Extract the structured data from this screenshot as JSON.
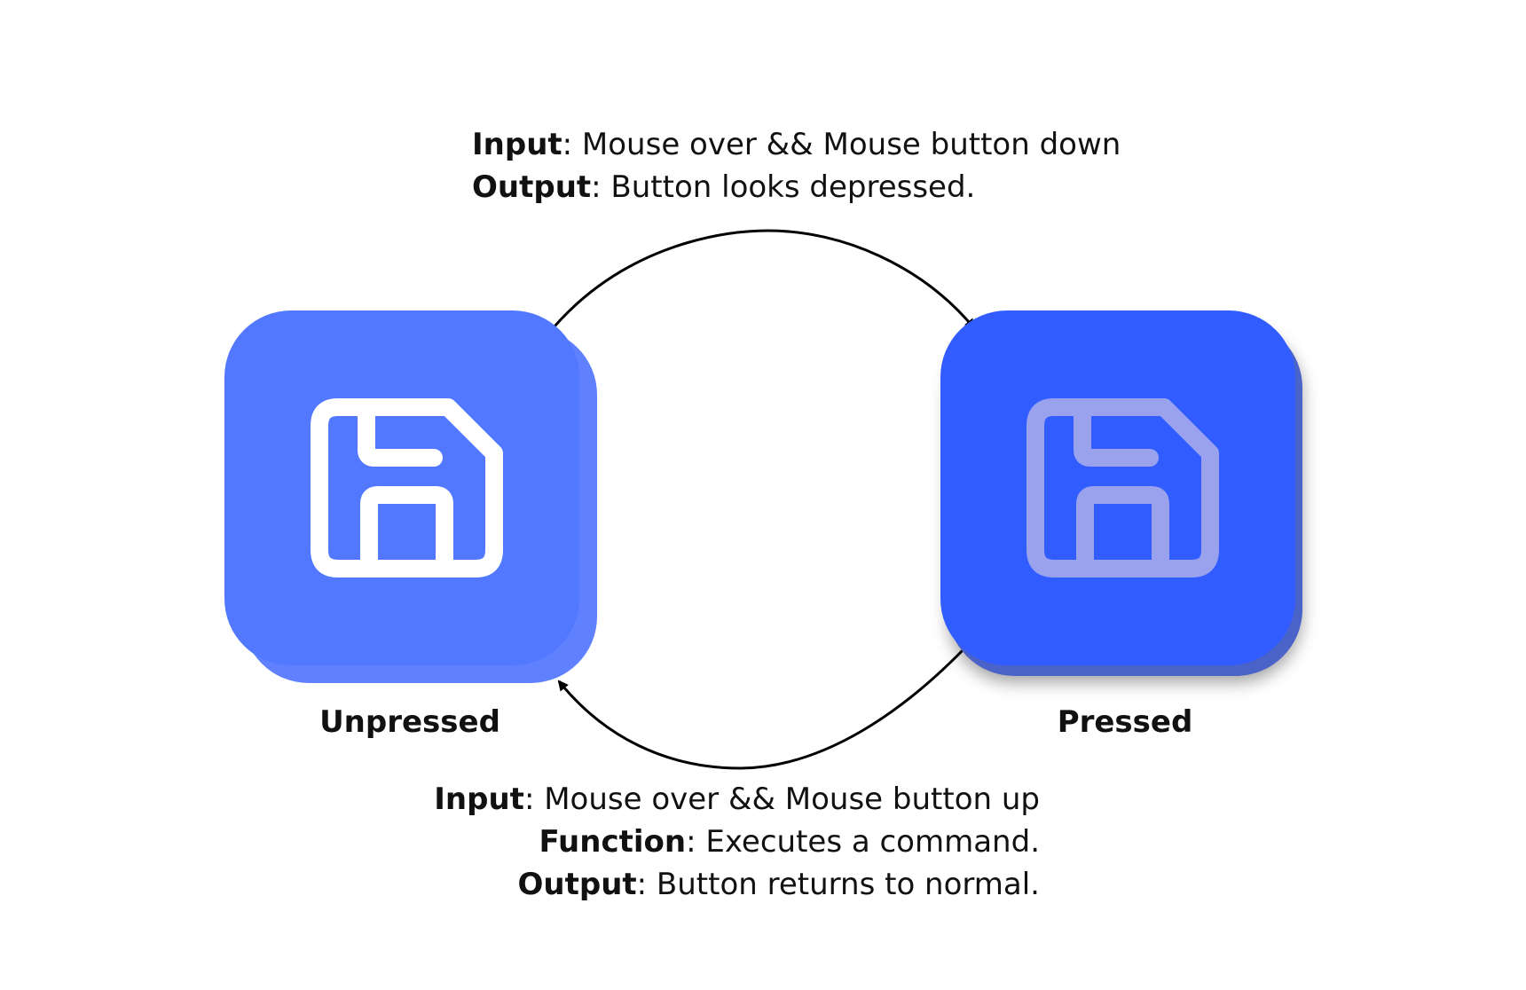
{
  "top_transition": {
    "input_key": "Input",
    "input_value": ": Mouse over && Mouse button down",
    "output_key": "Output",
    "output_value": ": Button looks depressed."
  },
  "bottom_transition": {
    "input_key": "Input",
    "input_value": ": Mouse over && Mouse button up",
    "function_key": "Function",
    "function_value": ": Executes a command.",
    "output_key": "Output",
    "output_value": ": Button returns to normal."
  },
  "states": {
    "unpressed": {
      "label": "Unpressed",
      "icon": "floppy-disk-icon",
      "face_color": "#5178ff",
      "icon_color": "#ffffff"
    },
    "pressed": {
      "label": "Pressed",
      "icon": "floppy-disk-icon",
      "face_color": "#315cff",
      "icon_color": "#9aa2ee"
    }
  },
  "arrow_color": "#000000"
}
